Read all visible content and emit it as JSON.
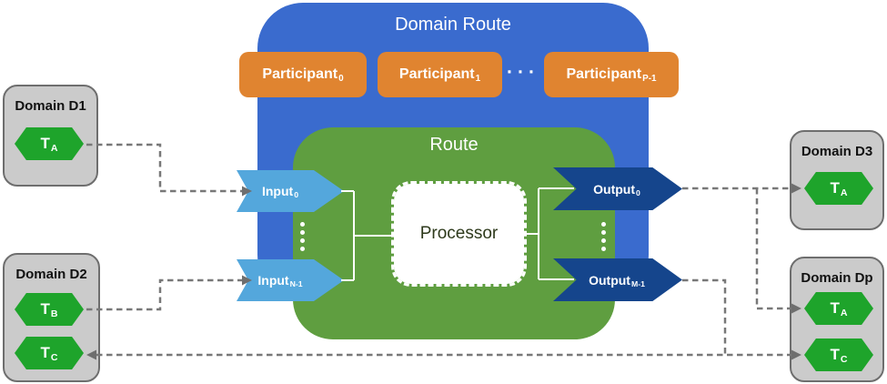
{
  "colors": {
    "domain_route_bg": "#3A6BCE",
    "participant_bg": "#E08430",
    "route_bg": "#5F9E40",
    "input_bg": "#54A7DC",
    "output_bg": "#15458C",
    "token_hexagon_bg": "#1EA42B",
    "domain_box_bg": "#CBCBCB",
    "domain_box_border": "#6E6E6E",
    "connector_gray": "#787878"
  },
  "domain_route": {
    "title": "Domain Route",
    "participants": [
      {
        "main": "Participant",
        "sub": "0"
      },
      {
        "main": "Participant",
        "sub": "1"
      },
      {
        "main": "Participant",
        "sub": "P-1"
      }
    ],
    "ellipsis": "···"
  },
  "route": {
    "title": "Route",
    "processor_label": "Processor",
    "inputs": [
      {
        "main": "Input",
        "sub": "0"
      },
      {
        "main": "Input",
        "sub": "N-1"
      }
    ],
    "outputs": [
      {
        "main": "Output",
        "sub": "0"
      },
      {
        "main": "Output",
        "sub": "M-1"
      }
    ]
  },
  "domains": {
    "d1": {
      "title": "Domain D1",
      "tokens": [
        {
          "main": "T",
          "sub": "A"
        }
      ]
    },
    "d2": {
      "title": "Domain D2",
      "tokens": [
        {
          "main": "T",
          "sub": "B"
        },
        {
          "main": "T",
          "sub": "C"
        }
      ]
    },
    "d3": {
      "title": "Domain D3",
      "tokens": [
        {
          "main": "T",
          "sub": "A"
        }
      ]
    },
    "dp": {
      "title": "Domain Dp",
      "tokens": [
        {
          "main": "T",
          "sub": "A"
        },
        {
          "main": "T",
          "sub": "C"
        }
      ]
    }
  }
}
